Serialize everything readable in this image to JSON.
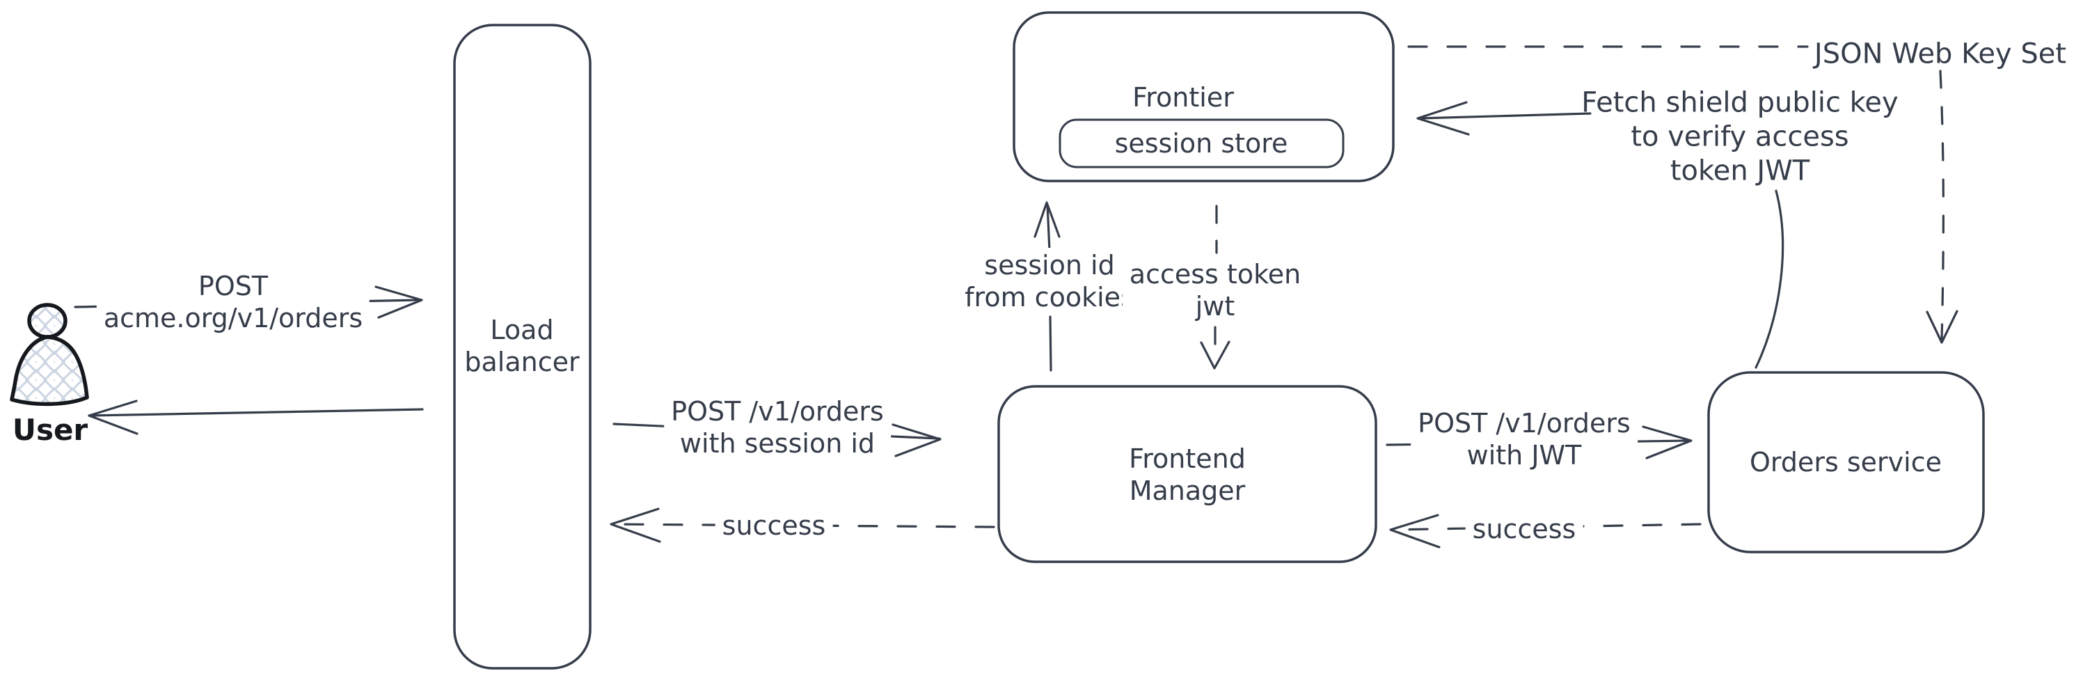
{
  "nodes": {
    "user": {
      "label": "User"
    },
    "load_balancer": {
      "line1": "Load",
      "line2": "balancer"
    },
    "frontier": {
      "label": "Frontier"
    },
    "session_store": {
      "label": "session store"
    },
    "frontend_manager": {
      "line1": "Frontend",
      "line2": "Manager"
    },
    "orders_service": {
      "label": "Orders service"
    }
  },
  "edges": {
    "user_to_lb": {
      "line1": "POST",
      "line2": "acme.org/v1/orders"
    },
    "lb_to_fm": {
      "line1": "POST /v1/orders",
      "line2": "with session id"
    },
    "fm_to_lb": {
      "label": "success"
    },
    "fm_to_frontier": {
      "line1": "session id",
      "line2": "from cookies"
    },
    "frontier_to_fm": {
      "line1": "access token",
      "line2": "jwt"
    },
    "fm_to_orders": {
      "line1": "POST /v1/orders",
      "line2": "with JWT"
    },
    "orders_to_fm": {
      "label": "success"
    },
    "jwks": {
      "label": "JSON Web Key Set"
    },
    "fetch_key": {
      "line1": "Fetch shield public key",
      "line2": "to verify access",
      "line3": "token JWT"
    }
  },
  "colors": {
    "stroke": "#363d4a",
    "user_stroke": "#15181d",
    "hatch_fill": "#ccd5e2",
    "background": "#ffffff"
  }
}
